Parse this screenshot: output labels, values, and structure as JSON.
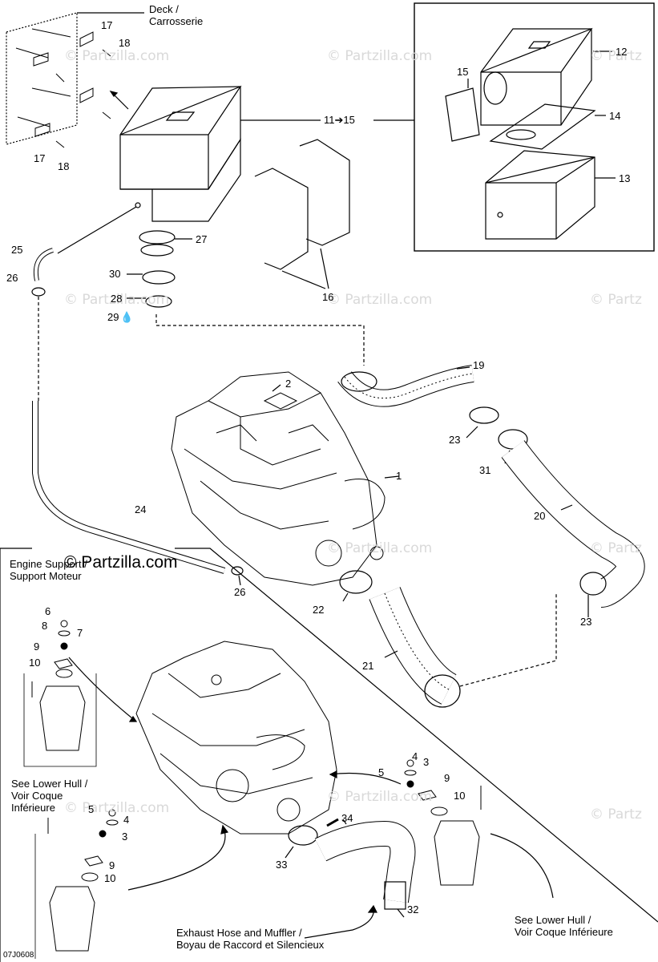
{
  "watermark": "© Partzilla.com",
  "watermark_short": "© Partz",
  "header_label": {
    "line1": "Deck /",
    "line2": "Carrosserie"
  },
  "engine_support": {
    "line1": "Engine Support /",
    "line2": "Support Moteur"
  },
  "see_lower_hull_left": {
    "line1": "See Lower Hull /",
    "line2": "Voir Coque",
    "line3": "Inférieure"
  },
  "see_lower_hull_right": {
    "line1": "See Lower Hull /",
    "line2": "Voir Coque Inférieure"
  },
  "exhaust": {
    "line1": "Exhaust Hose and Muffler /",
    "line2": "Boyau de Raccord et Silencieux"
  },
  "diagram_code": "07J0608",
  "callouts": {
    "c17a": "17",
    "c18a": "18",
    "c17b": "17",
    "c18b": "18",
    "c11_15": "11➔15",
    "c12": "12",
    "c13": "13",
    "c14": "14",
    "c15": "15",
    "c16": "16",
    "c25": "25",
    "c26a": "26",
    "c27": "27",
    "c30": "30",
    "c28": "28",
    "c29": "29",
    "c19": "19",
    "c2": "2",
    "c1": "1",
    "c23a": "23",
    "c31": "31",
    "c20": "20",
    "c24": "24",
    "c26b": "26",
    "c22": "22",
    "c23b": "23",
    "c21": "21",
    "c6": "6",
    "c8": "8",
    "c7": "7",
    "c9a": "9",
    "c10a": "10",
    "c4a": "4",
    "c5a": "5",
    "c3a": "3",
    "c9b": "9",
    "c10b": "10",
    "c5b": "5",
    "c4b": "4",
    "c3b": "3",
    "c9c": "9",
    "c10c": "10",
    "c34": "34",
    "c33": "33",
    "c32": "32"
  }
}
